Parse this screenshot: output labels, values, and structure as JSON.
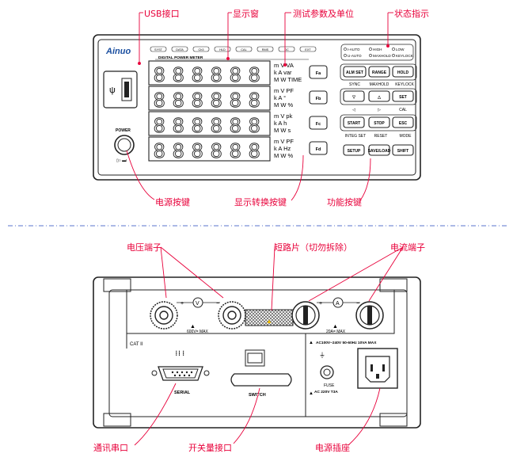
{
  "callouts": {
    "usb": "USB接口",
    "display_window": "显示窗",
    "params_units": "测试参数及单位",
    "status": "状态指示",
    "power_button": "电源按键",
    "display_switch": "显示转换按键",
    "function_keys": "功能按键",
    "voltage_terminal": "电压端子",
    "shorting_bar": "短路片（切勿拆除）",
    "current_terminal": "电流端子",
    "serial_port": "通讯串口",
    "switch_port": "开关量接口",
    "power_socket": "电源插座"
  },
  "front": {
    "logo": "Ainuo",
    "digital_label": "DIGITAL POWER METER",
    "power_label": "POWER",
    "indicators": [
      "SYST",
      "DATA",
      "Ch3",
      "HLD",
      "CAL",
      "RMS",
      "DC",
      "EXT"
    ],
    "status_labels": [
      "I-AUTO",
      "HIGH",
      "LOW",
      "U-AUTO",
      "MAXHOLD",
      "KEYLOCK"
    ],
    "rows": [
      {
        "units": [
          "m V  VA",
          "k A  var",
          "M W  TIME"
        ],
        "key": "Fa"
      },
      {
        "units": [
          "m V  PF",
          "k A  °",
          "M W  %"
        ],
        "key": "Fb"
      },
      {
        "units": [
          "m V  pk",
          "k A  h",
          "M W  s"
        ],
        "key": "Fc"
      },
      {
        "units": [
          "m V  PF",
          "k A  Hz",
          "M W  %"
        ],
        "key": "Fd"
      }
    ],
    "keys": {
      "alm_set": "ALM SET",
      "range": "RANGE",
      "hold": "HOLD",
      "sync": "SYNC",
      "maxhold": "MAXHOLD",
      "keylock": "KEYLOCK",
      "down": "▽",
      "up": "△",
      "set": "SET",
      "left": "◁",
      "right": "▷",
      "cal": "CAL",
      "start": "START",
      "stop": "STOP",
      "esc": "ESC",
      "integ_set": "INTEG SET",
      "reset": "RESET",
      "mode": "MODE",
      "setup": "SETUP",
      "save_load": "SAVE/LOAD",
      "shift": "SHIFT"
    }
  },
  "rear": {
    "v_label": "V",
    "a_label": "A",
    "v_max": "600V= MAX",
    "a_max": "20A= MAX",
    "cat": "CAT II",
    "serial": "SERIAL",
    "switch": "SWITCH",
    "ac_spec": "AC100V~240V 50-60Hz  10VA MAX",
    "fuse": "FUSE",
    "fuse_spec": "AC 220V  T3A"
  },
  "colors": {
    "callout": "#e8003a",
    "divider": "#7b8fd6",
    "panel_line": "#222222"
  }
}
